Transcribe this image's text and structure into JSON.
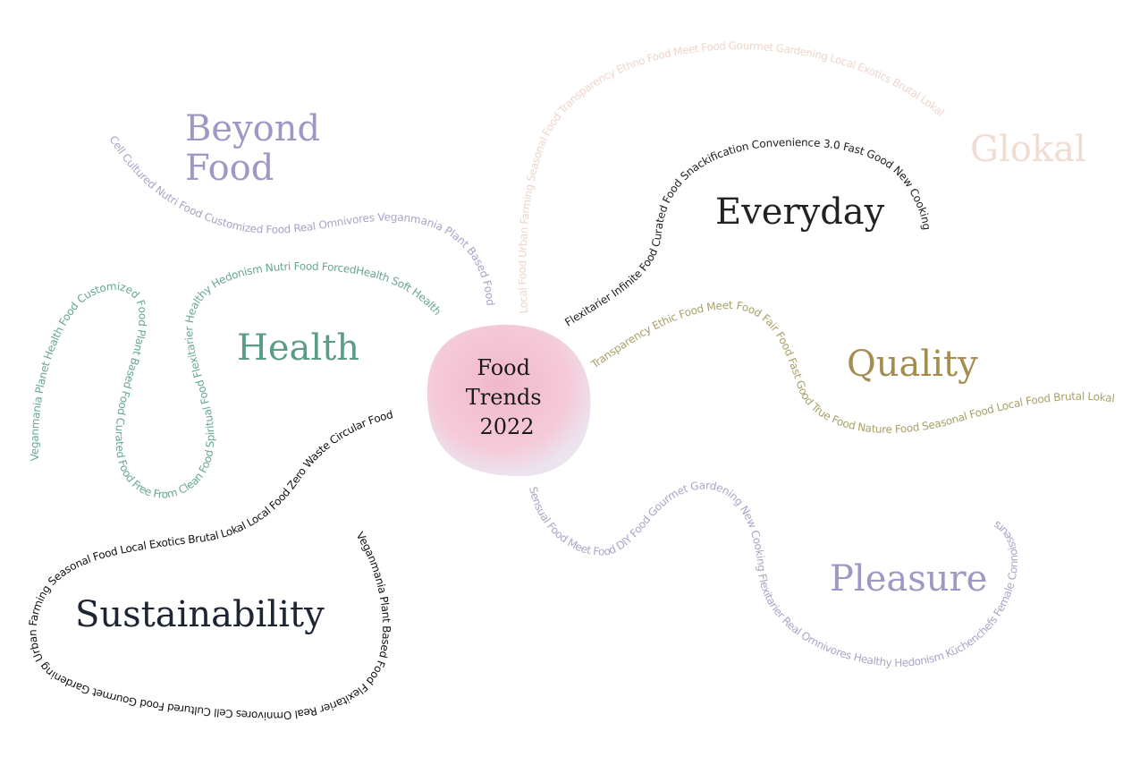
{
  "center": {
    "lines": [
      "Food",
      "Trends",
      "2022"
    ],
    "color": "#f2c4d4"
  },
  "categories": [
    {
      "id": "beyond",
      "lines": [
        "Beyond",
        "Food"
      ],
      "color": "#9d98c4"
    },
    {
      "id": "glokal",
      "lines": [
        "Glokal"
      ],
      "color": "#f1dcd2"
    },
    {
      "id": "everyday",
      "lines": [
        "Everyday"
      ],
      "color": "#222222"
    },
    {
      "id": "health",
      "lines": [
        "Health"
      ],
      "color": "#5a9c84"
    },
    {
      "id": "quality",
      "lines": [
        "Quality"
      ],
      "color": "#a58c4f"
    },
    {
      "id": "pleasure",
      "lines": [
        "Pleasure"
      ],
      "color": "#9d98c4"
    },
    {
      "id": "sustainability",
      "lines": [
        "Sustainability"
      ],
      "color": "#1d2433"
    }
  ],
  "branches": {
    "glokal": {
      "text": "Local Food  Urban Farming  Seasonal Food  Transparency  Ethno Food  Meet Food  Gourmet Gardening  Local Exotics  Brutal Lokal",
      "color": "#efd5ca"
    },
    "everyday": {
      "text": "Flexitarier  Infinite Food  Curated Food  Snackification  Convenience 3.0  Fast Good  New Cooking",
      "color": "#1e1e1e"
    },
    "beyond": {
      "text": "Cell Cultured  Nutri Food  Customized Food  Real Omnivores  Veganmania  Plant Based Food",
      "color": "#a8a3c8"
    },
    "health": {
      "text": "Veganmania  Planet Health Food  Customized Food  Plant Based Food  Curated Food  Free From  Clean Food  Spiritual Food  Flexitarier  Healthy Hedonism  Nutri Food  ForcedHealth  Soft Health",
      "color": "#68a88d"
    },
    "sustainability": {
      "text": "Veganmania  Plant Based Food  Flexitarier  Real Omnivores  Cell Cultured Food  Gourmet Gardening  Urban Farming  Seasonal Food  Local Exotics  Brutal Lokal  Local Food  Zero Waste  Circular Food",
      "color": "#111111"
    },
    "quality": {
      "text": "Transparency  Ethic Food  Meet Food  Fair Food  Fast Good  True Food  Nature Food  Seasonal Food  Local Food  Brutal Lokal",
      "color": "#a9a068"
    },
    "pleasure": {
      "text": "Sensual Food  Meet Food  DIY Food  Gourmet Gardening  New Cooking  Flexitarier  Real Omnivores  Healthy Hedonism  Küchenchefs  Female Connoisseurs",
      "color": "#a9a5c8"
    }
  }
}
